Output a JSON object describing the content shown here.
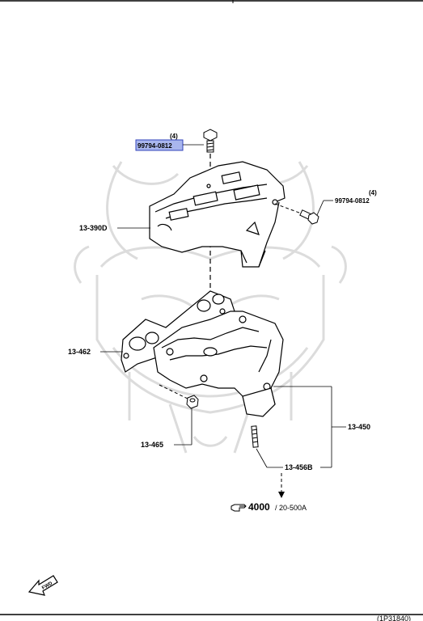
{
  "labels": {
    "bolt_top_qty": "(4)",
    "bolt_top": "99794-0812",
    "bolt_side_qty": "(4)",
    "bolt_side": "99794-0812",
    "heat_insulator": "13-390D",
    "gasket": "13-462",
    "nut": "13-465",
    "manifold": "13-450",
    "stud": "13-456B",
    "reference_main": "4000",
    "reference_sub": "/ 20-500A",
    "fwd": "FWD",
    "drawing_code": "(1P31840)"
  },
  "colors": {
    "highlight_fill": "#a9b6ee",
    "highlight_border": "#3344bb",
    "line": "#000000",
    "watermark": "#dcdcdc"
  },
  "icons": {
    "reference": "pointing-hand-icon",
    "direction": "fwd-arrow-icon",
    "watermark": "samurai-helmet-watermark-icon"
  }
}
